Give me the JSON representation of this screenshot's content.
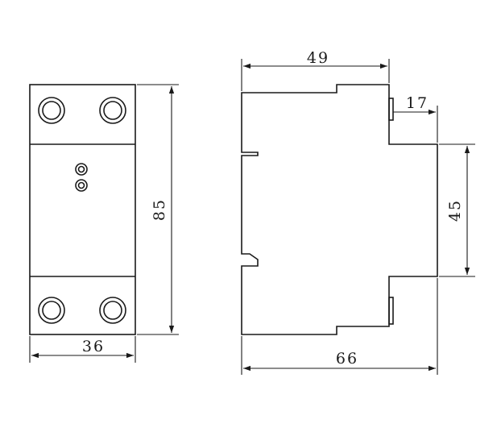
{
  "dimensions": {
    "front_width": "36",
    "front_height": "85",
    "side_top_width": "49",
    "side_step": "17",
    "side_middle_height": "45",
    "side_total_width": "66"
  }
}
